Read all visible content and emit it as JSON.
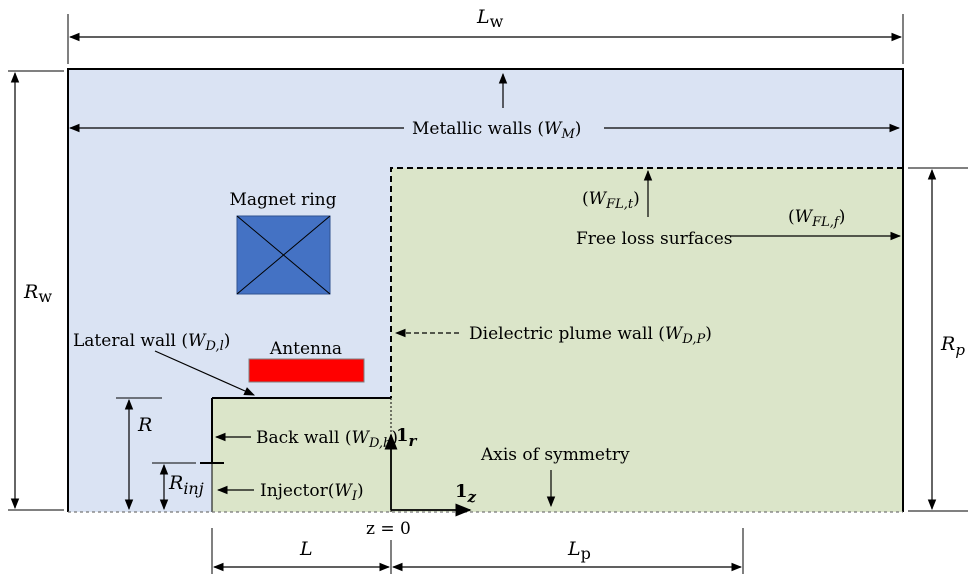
{
  "colors": {
    "vacuum_region": "#dae3f3",
    "plume_region": "#dbe5c9",
    "magnet": "#4472c4",
    "antenna": "#ff0000",
    "lines": "#000000"
  },
  "labels": {
    "Lw": "L",
    "Lw_sub": "w",
    "Rw": "R",
    "Rw_sub": "w",
    "Rp": "R",
    "Rp_sub": "p",
    "R": "R",
    "Rinj": "R",
    "Rinj_sub": "inj",
    "L": "L",
    "Lp": "L",
    "Lp_sub": "p",
    "metallic_walls": "Metallic walls (",
    "metallic_sym": "W",
    "metallic_sub": "M",
    "close_paren": ")",
    "magnet_ring": "Magnet ring",
    "antenna": "Antenna",
    "free_loss": "Free loss surfaces",
    "wflt_open": "(",
    "wflt_sym": "W",
    "wflt_sub": "FL,t",
    "wflf_sym": "W",
    "wflf_sub": "FL,f",
    "plume_wall": "Dielectric plume wall (",
    "plume_sym": "W",
    "plume_sub": "D,P",
    "lateral_wall": "Lateral wall (",
    "lateral_sym": "W",
    "lateral_sub": "D,l",
    "back_wall": "Back wall (",
    "back_sym": "W",
    "back_sub": "D,b",
    "injector": "Injector(",
    "injector_sym": "W",
    "injector_sub": "I",
    "axis": "Axis of symmetry",
    "unit_r": "1",
    "unit_r_sub": "r",
    "unit_z": "1",
    "unit_z_sub": "z",
    "z0": "z = 0"
  }
}
